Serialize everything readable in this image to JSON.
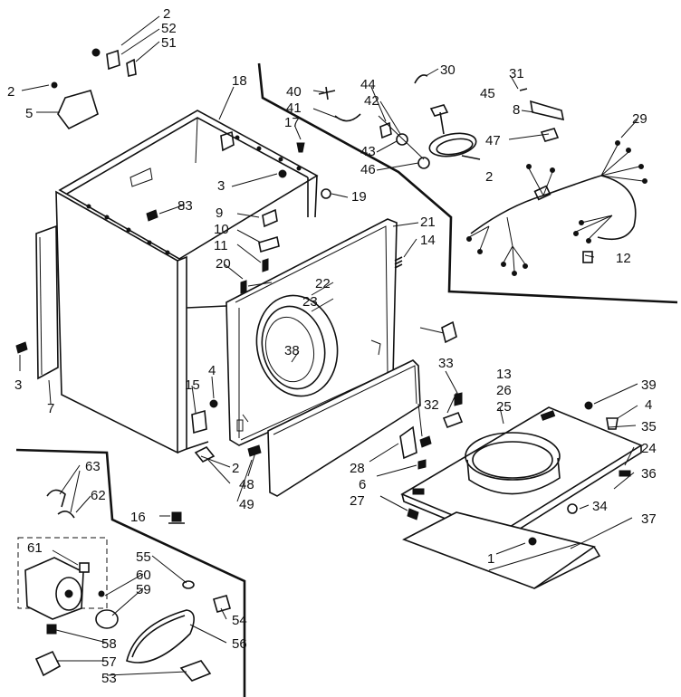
{
  "labels": {
    "l2a": "2",
    "l52": "52",
    "l51": "51",
    "l2b": "2",
    "l5": "5",
    "l18": "18",
    "l40": "40",
    "l41": "41",
    "l44": "44",
    "l42": "42",
    "l45": "45",
    "l43": "43",
    "l46": "46",
    "l30": "30",
    "l31": "31",
    "l8": "8",
    "l47": "47",
    "l29": "29",
    "l17": "17",
    "l3a": "3",
    "l19": "19",
    "l83": "83",
    "l9": "9",
    "l10": "10",
    "l11": "11",
    "l21": "21",
    "l14": "14",
    "l2c": "2",
    "l12": "12",
    "l20": "20",
    "l22": "22",
    "l23": "23",
    "l33": "33",
    "l38": "38",
    "l3b": "3",
    "l7": "7",
    "l15": "15",
    "l4a": "4",
    "l13": "13",
    "l26": "26",
    "l25": "25",
    "l39": "39",
    "l4b": "4",
    "l35": "35",
    "l32": "32",
    "l24": "24",
    "l36": "36",
    "l28": "28",
    "l6": "6",
    "l27": "27",
    "l34": "34",
    "l37": "37",
    "l1": "1",
    "l2d": "2",
    "l48": "48",
    "l49": "49",
    "l16": "16",
    "l63": "63",
    "l62": "62",
    "l61": "61",
    "l55": "55",
    "l60": "60",
    "l59": "59",
    "l54": "54",
    "l58": "58",
    "l56": "56",
    "l57": "57",
    "l53": "53"
  }
}
